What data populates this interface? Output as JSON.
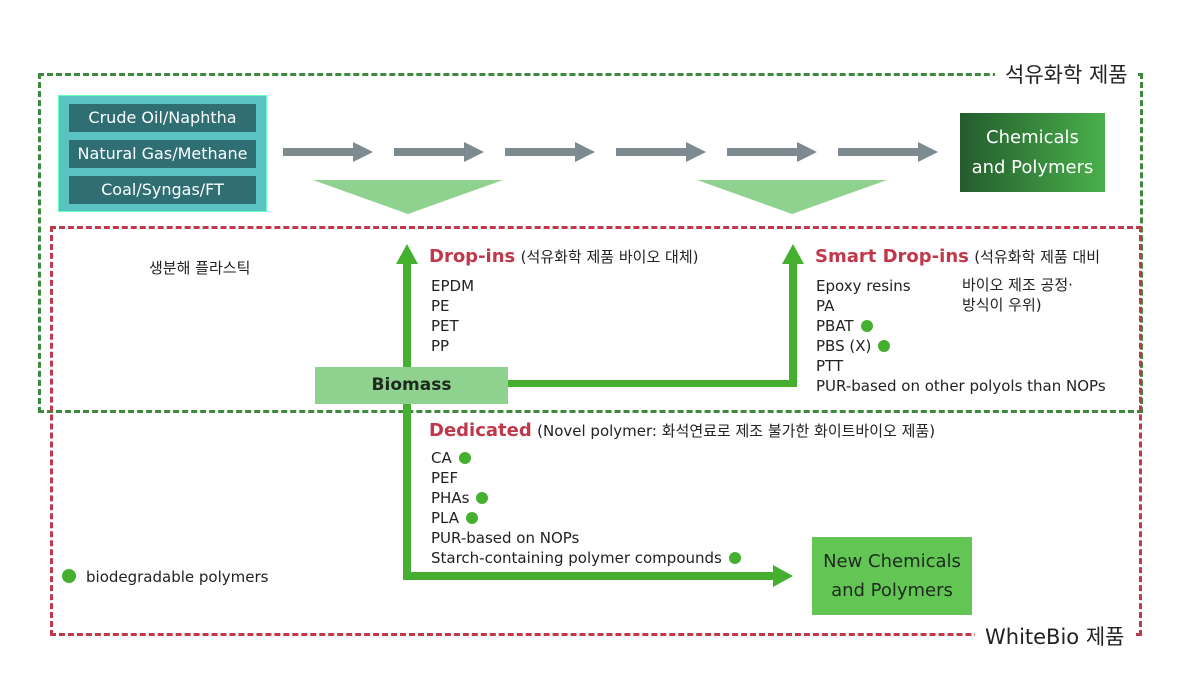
{
  "frames": {
    "petro_label": "석유화학 제품",
    "whitebio_label": "WhiteBio 제품"
  },
  "sources": [
    "Crude Oil/Naphtha",
    "Natural Gas/Methane",
    "Coal/Syngas/FT"
  ],
  "chemicals_box": {
    "line1": "Chemicals",
    "line2": "and Polymers"
  },
  "new_chemicals_box": {
    "line1": "New Chemicals",
    "line2": "and Polymers"
  },
  "biomass_label": "Biomass",
  "biodegradable_plastics_label": "생분해 플라스틱",
  "dropins": {
    "title": "Drop-ins",
    "note": "(석유화학 제품 바이오 대체)",
    "items": [
      "EPDM",
      "PE",
      "PET",
      "PP"
    ]
  },
  "smart_dropins": {
    "title": "Smart Drop-ins",
    "note_line1": "(석유화학 제품 대비",
    "note_line2": "바이오 제조 공정·",
    "note_line3": "방식이 우위)",
    "items": [
      {
        "text": "Epoxy resins",
        "biodegradable": false
      },
      {
        "text": "PA",
        "biodegradable": false
      },
      {
        "text": "PBAT",
        "biodegradable": true
      },
      {
        "text": "PBS (X)",
        "biodegradable": true
      },
      {
        "text": "PTT",
        "biodegradable": false
      },
      {
        "text": "PUR-based on other polyols than NOPs",
        "biodegradable": false
      }
    ]
  },
  "dedicated": {
    "title": "Dedicated",
    "note": "(Novel polymer: 화석연료로 제조 불가한 화이트바이오 제품)",
    "items": [
      {
        "text": "CA",
        "biodegradable": true
      },
      {
        "text": "PEF",
        "biodegradable": false
      },
      {
        "text": "PHAs",
        "biodegradable": true
      },
      {
        "text": "PLA",
        "biodegradable": true
      },
      {
        "text": "PUR-based on NOPs",
        "biodegradable": false
      },
      {
        "text": "Starch-containing polymer compounds",
        "biodegradable": true
      }
    ]
  },
  "legend": {
    "label": "biodegradable polymers",
    "color": "#45b030"
  },
  "colors": {
    "green_frame": "#3d8a3d",
    "red_frame": "#c0394b",
    "arrow_green": "#45b030",
    "arrow_gray": "#7d8a8f"
  }
}
